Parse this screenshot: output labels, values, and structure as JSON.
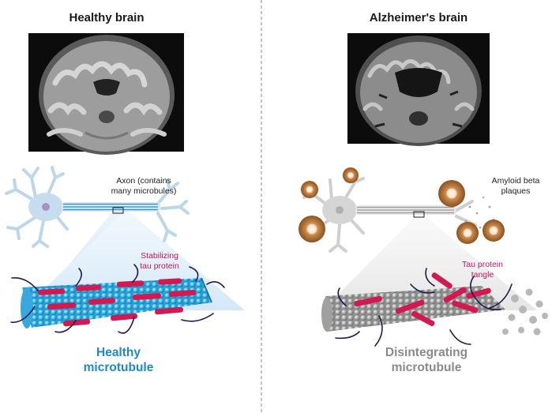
{
  "left": {
    "title": "Healthy brain",
    "axon_label_line1": "Axon (contains",
    "axon_label_line2": "many microbules)",
    "tau_label_line1": "Stabilizing",
    "tau_label_line2": "tau protein",
    "tubule_label_line1": "Healthy",
    "tubule_label_line2": "microtubule"
  },
  "right": {
    "title": "Alzheimer's brain",
    "amyloid_label_line1": "Amyloid beta",
    "amyloid_label_line2": "plaques",
    "tau_label_line1": "Tau protein",
    "tau_label_line2": "tangle",
    "tubule_label_line1": "Disintegrating",
    "tubule_label_line2": "microtubule"
  },
  "colors": {
    "healthy_blue": "#1e88c8",
    "tau_red": "#c2185b",
    "disintegrating_gray": "#8a8a8a",
    "neuron_blue": "#bcd6ea",
    "neuron_gray": "#cfcfcf",
    "plaque_brown": "#b5733a"
  }
}
